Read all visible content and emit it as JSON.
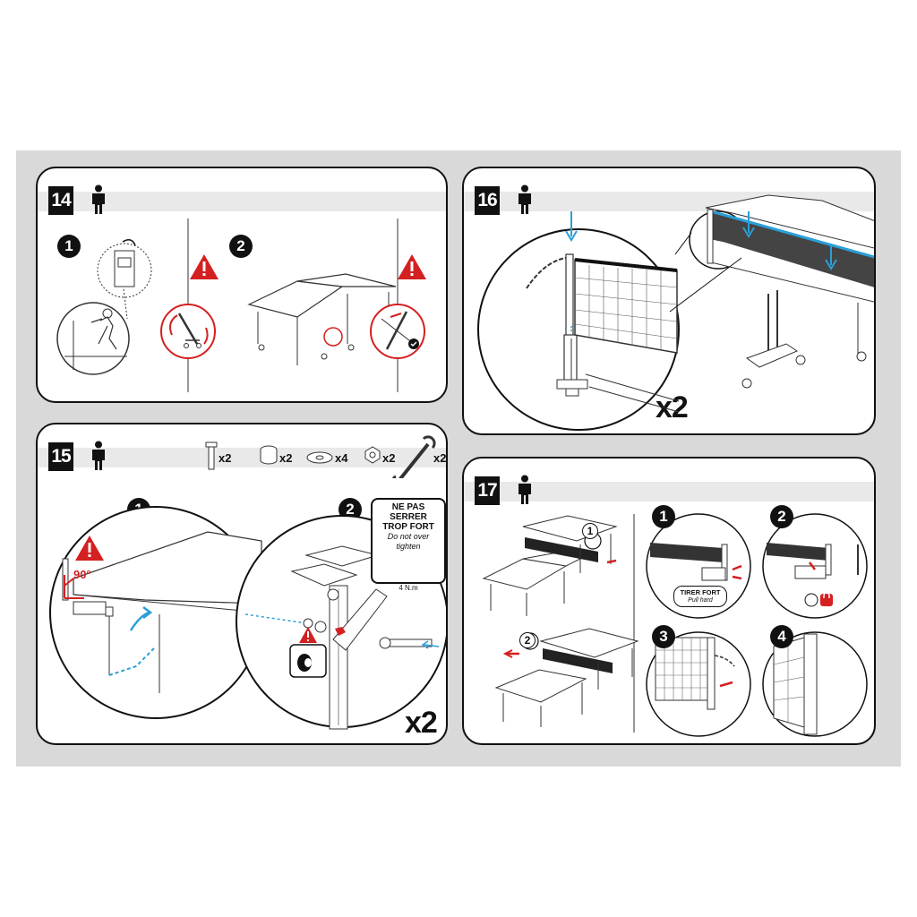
{
  "steps": {
    "s14": {
      "number": "14",
      "sub1": "1",
      "sub2": "2"
    },
    "s15": {
      "number": "15",
      "sub1": "1",
      "sub2": "2",
      "parts": [
        {
          "icon": "bolt-icon",
          "qty": "x2"
        },
        {
          "icon": "spacer-icon",
          "qty": "x2"
        },
        {
          "icon": "washer-icon",
          "qty": "x4"
        },
        {
          "icon": "nut-icon",
          "qty": "x2"
        },
        {
          "icon": "wrench-icon",
          "qty": "x2"
        }
      ],
      "angle": "90°",
      "warning": {
        "line1": "NE PAS SERRER",
        "line2": "TROP FORT",
        "line3": "Do not over tighten",
        "torque": "4 N.m"
      },
      "multiplier": "x2"
    },
    "s16": {
      "number": "16",
      "multiplier": "x2"
    },
    "s17": {
      "number": "17",
      "callout1": "1",
      "callout2": "2",
      "sub1": "1",
      "sub2": "2",
      "sub3": "3",
      "sub4": "4",
      "pull": {
        "line1": "TIRER FORT",
        "line2": "Pull hard"
      }
    }
  },
  "colors": {
    "warning_red": "#d42020",
    "accent_blue": "#2a9fd8",
    "background_gray": "#d9d9d9"
  }
}
